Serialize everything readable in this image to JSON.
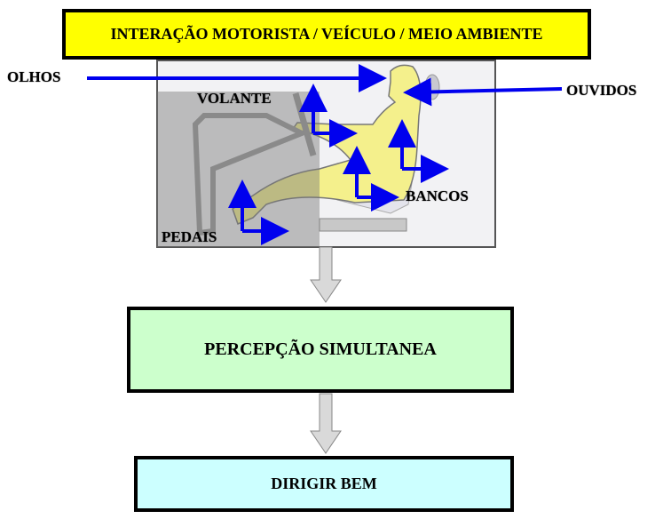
{
  "title": "INTERAÇÃO MOTORISTA / VEÍCULO / MEIO AMBIENTE",
  "labels": {
    "eyes": "OLHOS",
    "ears": "OUVIDOS",
    "wheel": "VOLANTE",
    "seats": "BANCOS",
    "pedals": "PEDAIS"
  },
  "perception": "PERCEPÇÃO SIMULTANEA",
  "result": "DIRIGIR BEM",
  "colors": {
    "title_bg": "#ffff00",
    "perception_bg": "#ccffcc",
    "result_bg": "#ccffff",
    "arrow": "#0000ee",
    "figure": "#f4f08c"
  }
}
